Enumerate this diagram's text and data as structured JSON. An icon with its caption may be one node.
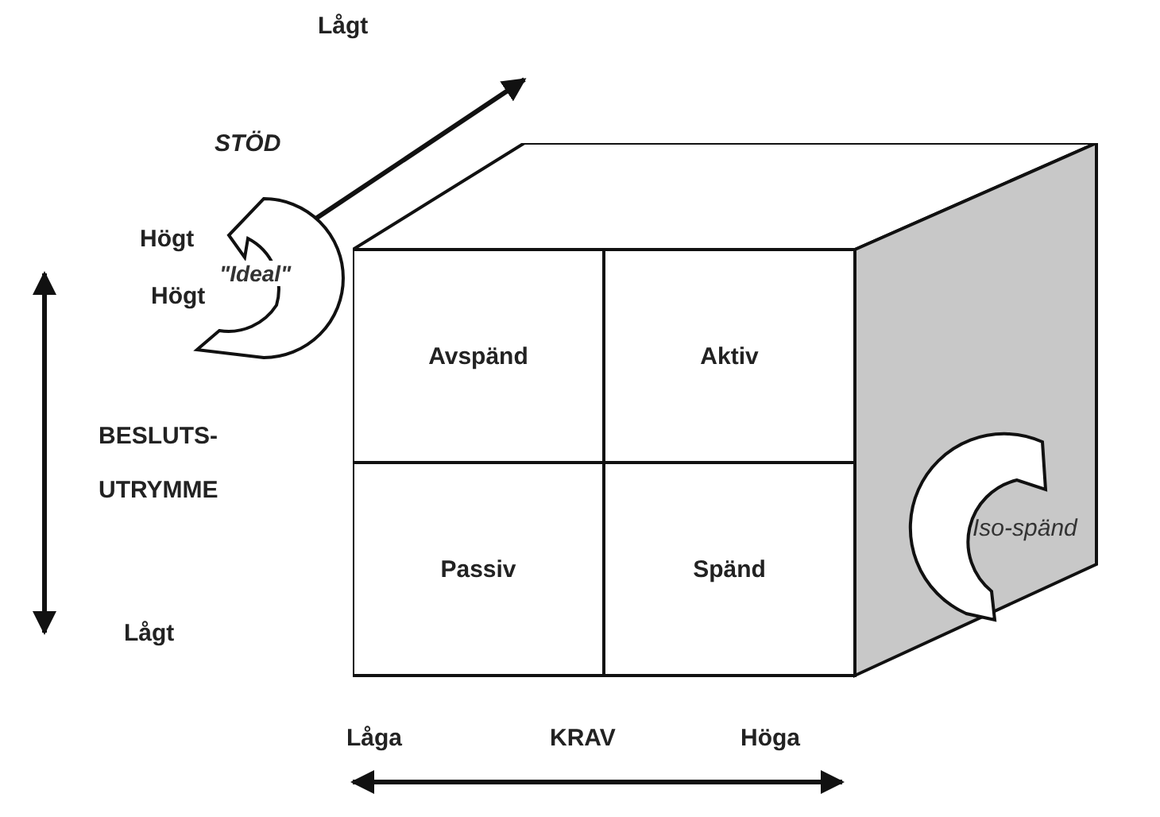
{
  "diagram": {
    "nodes": [
      {
        "text": [],
        "shape": "box"
      },
      {
        "text": [
          "Avspänd"
        ],
        "in": 0
      },
      {
        "text": [
          "Aktiv"
        ],
        "in": 0
      },
      {
        "text": [
          "Passiv"
        ],
        "in": 0
      },
      {
        "text": [
          "Spänd"
        ],
        "in": 0
      },
      {
        "text": [
          "\"Ideal\""
        ]
      },
      {
        "text": [
          "Iso-spänd"
        ]
      }
    ],
    "labels": [
      "Lågt",
      "STÖD",
      "Högt",
      "Högt",
      "BESLUTS- UTRYMME",
      "Lågt",
      "Låga",
      "KRAV",
      "Höga"
    ]
  }
}
